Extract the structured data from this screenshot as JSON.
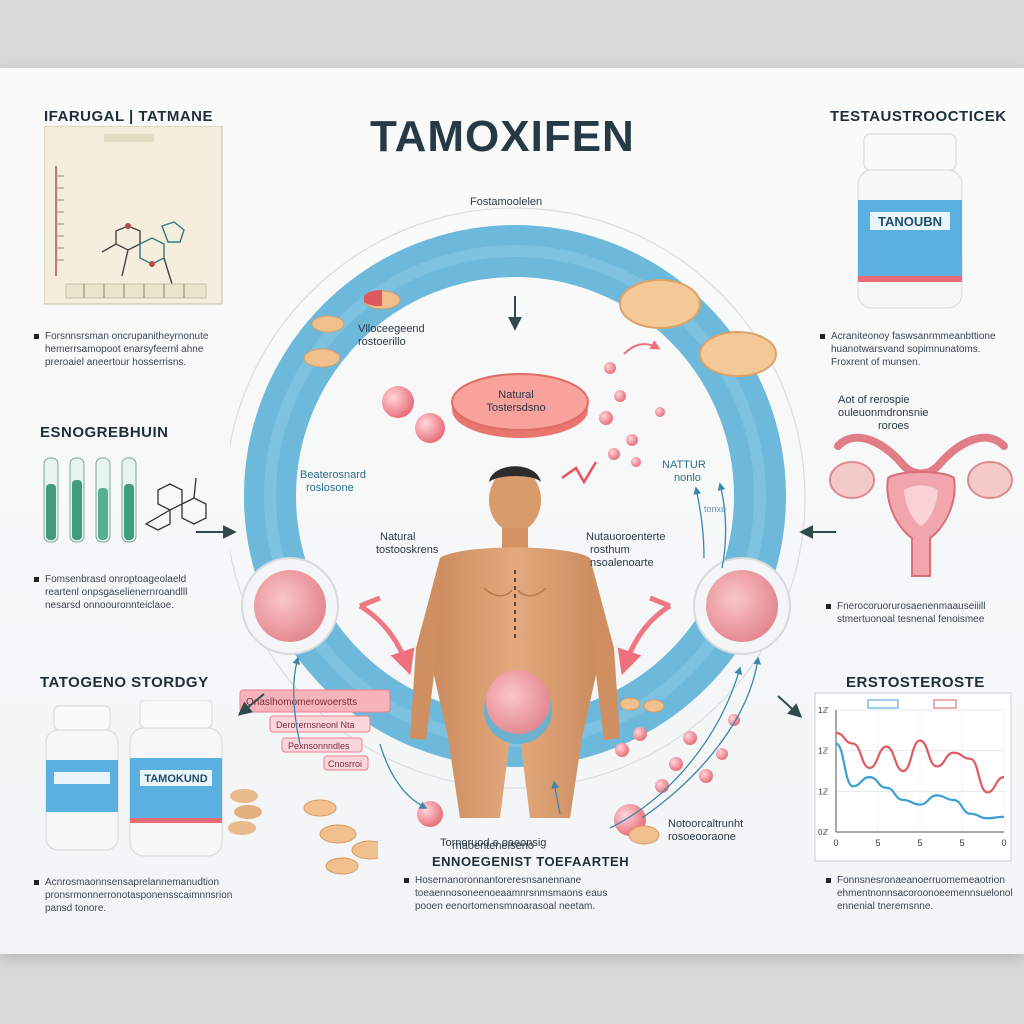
{
  "title": "TAMOXIFEN",
  "top_label": "Fostamoolelen",
  "sections": {
    "top_left": {
      "heading": "IFARUGAL | TATMANE",
      "desc": [
        "Forsnnsrsman oncrupanitheyrnonute",
        "hemerrsamopoot enarsyfeernl ahne",
        "preroaiel aneertour hosserrisns."
      ]
    },
    "top_right": {
      "heading": "TESTAUSTROOCTICEK",
      "bottle_label": "TANOUBN",
      "desc": [
        "Acraniteonoy faswsanrmmeanbttione",
        "huanotwarsvand sopimnunatoms.",
        "Froxrent of munsen."
      ]
    },
    "mid_left": {
      "heading": "ESNOGREBHUIN",
      "desc": [
        "Fomsenbrasd onroptoageolaeld",
        "reartenl onpsgaselienernroandlll",
        "nesarsd onnoouronnteiclaoe."
      ]
    },
    "mid_right": {
      "label": [
        "Aot of rerospie",
        "ouleuonmdronsnie",
        "roroes"
      ],
      "desc": [
        "Fnerocoruorurosaenenmaauseiiill",
        "stmertuonoal tesnenal fenoismee"
      ]
    },
    "bottom_left": {
      "heading": "TATOGENO STORDGY",
      "bottle_label": "TAMOKUND",
      "desc": [
        "Acnrosmaonnsensaprelannemanudtion",
        "pronsrmonnerronotasponensscaimnnsrion",
        "pansd tonore."
      ]
    },
    "bottom_center": {
      "heading": "ENNOEGENIST TOEFAARTEH",
      "desc": [
        "Hosernanoronnantoreresnsanennane",
        "toeaennosoneenoeaamnrsnmsmaons eaus",
        "pooen eenortomensmnoarasoal neetam."
      ]
    },
    "bottom_right": {
      "heading": "ERSTOSTEROSTE",
      "desc": [
        "Fonnsnesronaeanoerruomemeaotrion",
        "ehmentnonnsacoroonoeemennsuelonol",
        "ennenial tneremsnne."
      ]
    }
  },
  "cycle_labels": {
    "pill_center": [
      "Natural",
      "Tostersdsno"
    ],
    "upper_left": [
      "Vlloceegeend",
      "rostoerillo"
    ],
    "left_ring": [
      "Beaterosnard",
      "roslosone"
    ],
    "right_ring": [
      "NATTUR",
      "nonlo"
    ],
    "right_ring_small": "tonxe",
    "body_left": [
      "Natural",
      "tostooskrens"
    ],
    "body_right": [
      "Nutauoroenterte",
      "rosthum",
      "nsoalenoarte"
    ],
    "bottom_center": [
      "Tornoruod e oaeonsig",
      "rnaoentenelseno"
    ],
    "bottom_right": [
      "Notoorcaltrunht",
      "rosoeooraone"
    ],
    "pink_tags": [
      "Onaslhomomerowoerstts",
      "Derorernsneonl Nta",
      "Pexnsonnndles",
      "Cnosrroi"
    ]
  },
  "chart_data": {
    "type": "line",
    "title": "ERSTOSTEROSTE",
    "xlabel": "",
    "ylabel": "",
    "x_ticks": [
      "0",
      "5",
      "5",
      "5",
      "0"
    ],
    "y_ticks": [
      "1ℤ",
      "1ℤ",
      "1ℤ",
      "0ℤ"
    ],
    "x": [
      0,
      1,
      2,
      3,
      4,
      5,
      6,
      7,
      8,
      9,
      10
    ],
    "series": [
      {
        "color": "#e0595f",
        "values": [
          8.5,
          7.8,
          6.2,
          7.6,
          6.0,
          8.0,
          6.3,
          7.2,
          6.8,
          4.6,
          5.6
        ]
      },
      {
        "color": "#3a9ed4",
        "values": [
          7.8,
          5.0,
          5.6,
          4.9,
          4.1,
          3.8,
          4.4,
          4.1,
          3.2,
          2.9,
          3.0
        ]
      }
    ],
    "ylim": [
      2,
      10
    ],
    "grid": true
  },
  "colors": {
    "ring": "#5fb3d8",
    "pink": "#f18b96",
    "dark_arrow": "#2e4a4a",
    "bottle_label": "#5ab0e0",
    "title": "#263a45"
  }
}
